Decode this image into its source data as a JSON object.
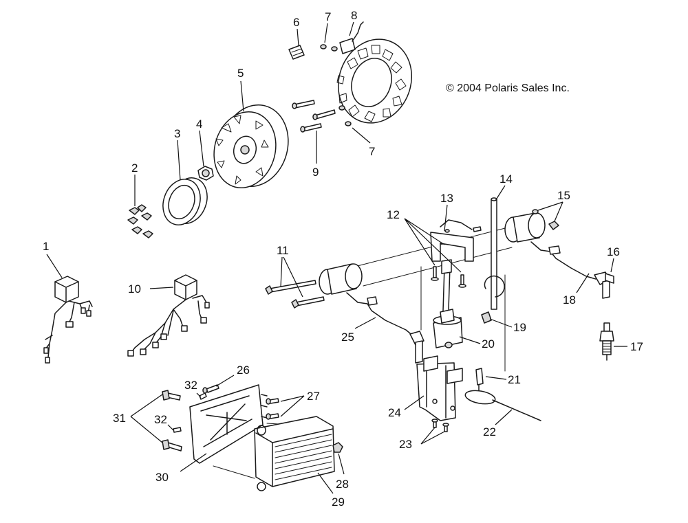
{
  "copyright": "© 2004 Polaris Sales Inc.",
  "callouts": {
    "c1": "1",
    "c2": "2",
    "c3": "3",
    "c4": "4",
    "c5": "5",
    "c6": "6",
    "c7a": "7",
    "c7b": "7",
    "c8": "8",
    "c9": "9",
    "c10": "10",
    "c11": "11",
    "c12": "12",
    "c13": "13",
    "c14": "14",
    "c15": "15",
    "c16": "16",
    "c17": "17",
    "c18": "18",
    "c19": "19",
    "c20": "20",
    "c21": "21",
    "c22": "22",
    "c23": "23",
    "c24": "24",
    "c25": "25",
    "c26": "26",
    "c27": "27",
    "c28": "28",
    "c29": "29",
    "c30": "30",
    "c31": "31",
    "c32a": "32",
    "c32b": "32"
  }
}
